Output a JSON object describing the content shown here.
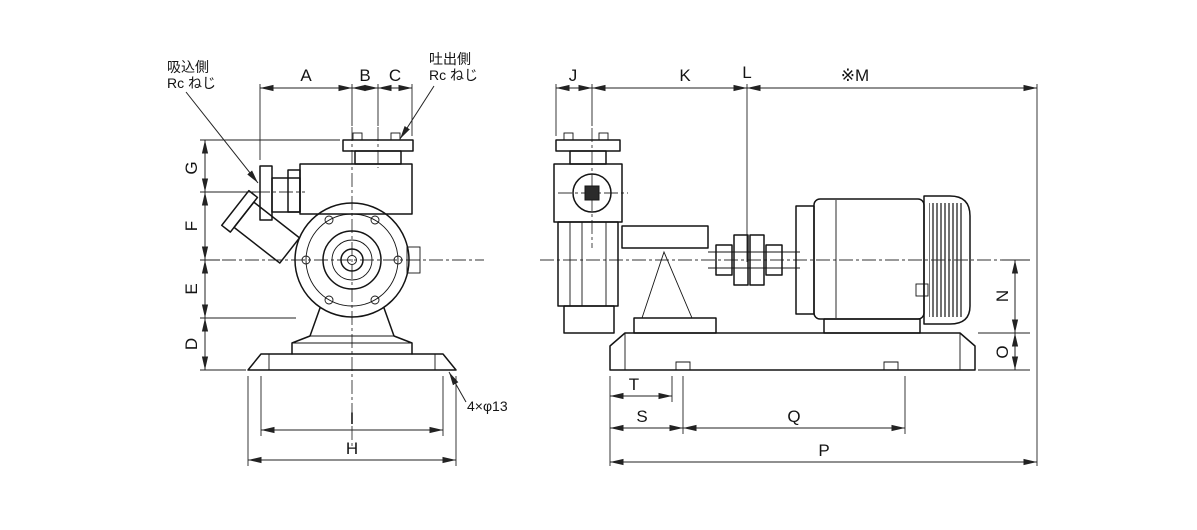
{
  "front_view": {
    "dims_top": [
      "A",
      "B",
      "C"
    ],
    "dims_left": [
      "G",
      "F",
      "E",
      "D"
    ],
    "dims_bottom": [
      "I",
      "H"
    ],
    "suction_label": {
      "line1": "吸込側",
      "line2": "Rc ねじ"
    },
    "discharge_label": {
      "line1": "吐出側",
      "line2": "Rc ねじ"
    },
    "base_hole_label": "4×φ13"
  },
  "side_view": {
    "dims_top": [
      "J",
      "K",
      "L",
      "※M"
    ],
    "dims_right": [
      "N",
      "O"
    ],
    "dims_bottom": [
      "T",
      "S",
      "Q",
      "P"
    ]
  }
}
